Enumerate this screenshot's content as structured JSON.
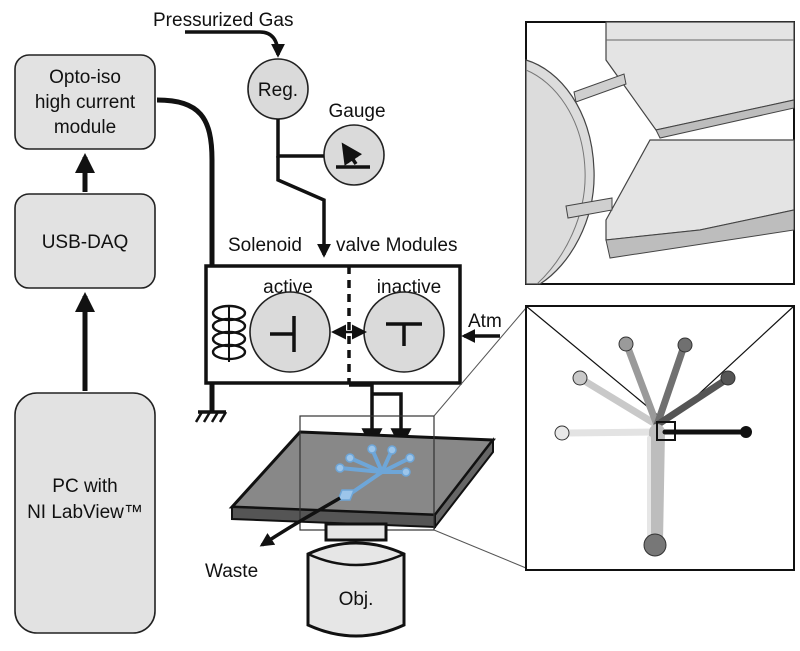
{
  "labels": {
    "pressurized_gas": "Pressurized Gas",
    "regulator": "Reg.",
    "gauge": "Gauge",
    "opto_line1": "Opto-iso",
    "opto_line2": "high current",
    "opto_line3": "module",
    "usb_daq": "USB-DAQ",
    "pc_line1": "PC with",
    "pc_line2": "NI LabView™",
    "solenoid": "Solenoid",
    "valve_modules": "valve Modules",
    "active": "active",
    "inactive": "inactive",
    "atm": "Atm",
    "waste": "Waste",
    "objective": "Obj."
  }
}
